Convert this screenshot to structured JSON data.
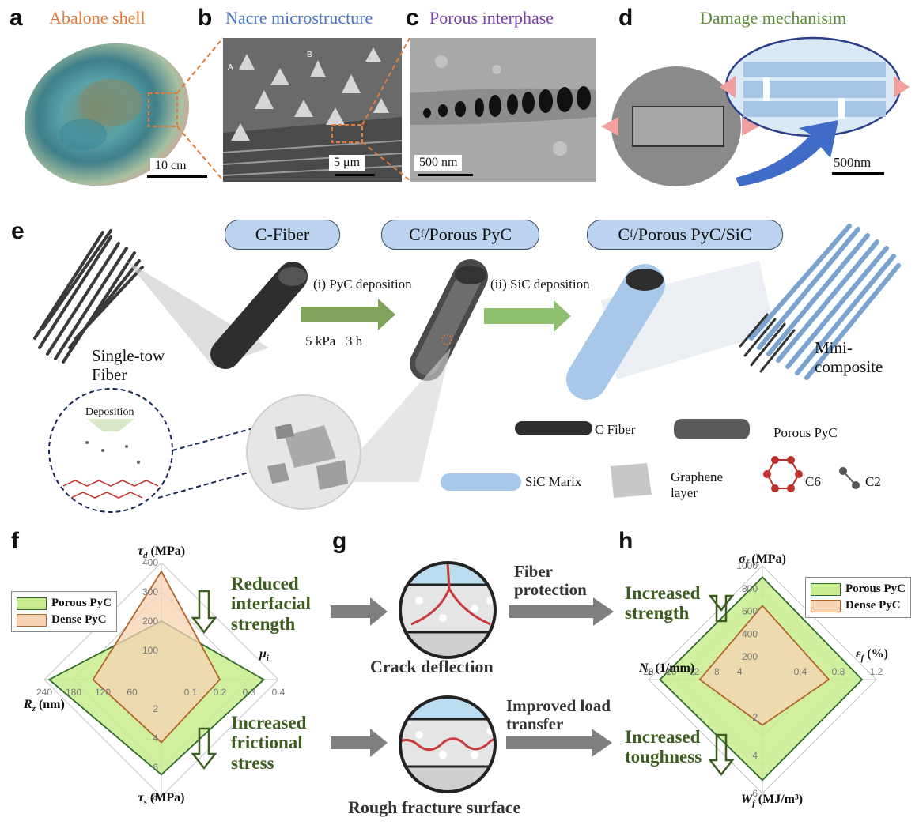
{
  "colors": {
    "porous_fill": "#c8ec8e",
    "porous_line": "#2f6a2d",
    "dense_fill": "#f7d3b3",
    "dense_line": "#b4652e",
    "green_text": "#3c5c20",
    "title_a": "#e07b39",
    "title_b": "#4874c8",
    "title_c": "#7a3ca8",
    "title_d": "#5b8a3a",
    "pill_fill": "#bcd3ef"
  },
  "panels": {
    "a": {
      "letter": "a",
      "title": "Abalone shell",
      "scale": "10 cm"
    },
    "b": {
      "letter": "b",
      "title": "Nacre microstructure",
      "scale": "5 μm",
      "marker_a": "A",
      "marker_b": "B"
    },
    "c": {
      "letter": "c",
      "title": "Porous interphase",
      "scale": "500 nm"
    },
    "d": {
      "letter": "d",
      "title": "Damage mechanisim",
      "scale": "500nm"
    }
  },
  "panel_e": {
    "letter": "e",
    "pill_1": "C-Fiber",
    "pill_2_main": "C",
    "pill_2_sub": "f",
    "pill_2_rest": "/Porous PyC",
    "pill_3_main": "C",
    "pill_3_sub": "f",
    "pill_3_rest": "/Porous PyC/SiC",
    "step_1": "(i) PyC deposition",
    "step_1_cond": "5 kPa   3 h",
    "step_2": "(ii) SiC deposition",
    "single_tow": "Single-tow Fiber",
    "mini_composite": "Mini- composite",
    "deposition": "Deposition",
    "legend": {
      "c_fiber": "C Fiber",
      "porous_pyc": "Porous PyC",
      "sic": "SiC Marix",
      "graphene": "Graphene layer",
      "c6": "C6",
      "c2": "C2"
    }
  },
  "panel_g": {
    "letter": "g",
    "reduced": "Reduced interfacial strength",
    "increased_friction": "Increased frictional stress",
    "crack_deflection": "Crack deflection",
    "rough_surface": "Rough fracture surface",
    "fiber_protection": "Fiber protection",
    "load_transfer": "Improved load transfer",
    "increased_strength": "Increased strength",
    "increased_toughness": "Increased toughness"
  },
  "chart_data": [
    {
      "type": "radar",
      "panel": "f",
      "axes": [
        {
          "label": "τ_d (MPa)",
          "max": 400,
          "ticks": [
            "100",
            "200",
            "300",
            "400"
          ]
        },
        {
          "label": "μ_i",
          "max": 0.4,
          "ticks": [
            "0.1",
            "0.2",
            "0.3",
            "0.4"
          ]
        },
        {
          "label": "τ_s (MPa)",
          "max": 8,
          "ticks": [
            "2",
            "4",
            "6",
            "8"
          ]
        },
        {
          "label": "R_z (nm)",
          "max": 240,
          "ticks": [
            "60",
            "120",
            "180",
            "240"
          ]
        }
      ],
      "series": [
        {
          "name": "Porous PyC",
          "values": [
            200,
            0.35,
            6.5,
            230
          ]
        },
        {
          "name": "Dense PyC",
          "values": [
            370,
            0.2,
            4.3,
            140
          ]
        }
      ],
      "legend": "top-left"
    },
    {
      "type": "radar",
      "panel": "h",
      "axes": [
        {
          "label": "σ_f (MPa)",
          "max": 1000,
          "ticks": [
            "200",
            "400",
            "600",
            "800",
            "1000"
          ]
        },
        {
          "label": "ε_f (%)",
          "max": 1.2,
          "ticks": [
            "0.4",
            "0.8",
            "1.2"
          ]
        },
        {
          "label": "W_f (MJ/m³)",
          "max": 6,
          "ticks": [
            "2",
            "4",
            "6"
          ]
        },
        {
          "label": "N_c (1/mm)",
          "max": 20,
          "ticks": [
            "4",
            "8",
            "12",
            "16",
            "20"
          ]
        }
      ],
      "series": [
        {
          "name": "Porous PyC",
          "values": [
            900,
            1.05,
            5.3,
            18
          ]
        },
        {
          "name": "Dense PyC",
          "values": [
            650,
            0.7,
            2.4,
            11
          ]
        }
      ],
      "legend": "top-right"
    }
  ]
}
